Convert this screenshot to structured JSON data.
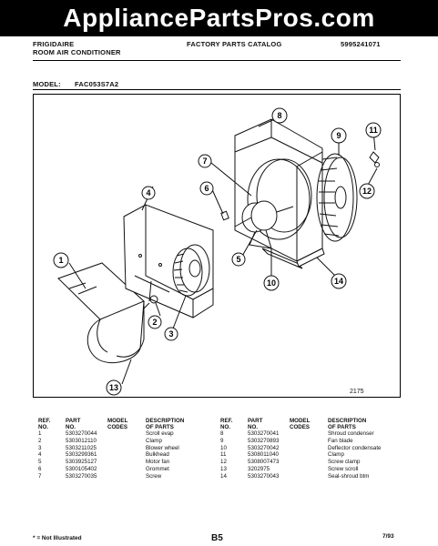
{
  "watermark": "AppliancePartsPros.com",
  "header": {
    "brand": "FRIGIDAIRE",
    "product": "ROOM AIR CONDITIONER",
    "catalog": "FACTORY PARTS CATALOG",
    "doc_number": "5995241071",
    "model_label": "MODEL:",
    "model_value": "FAC053S7A2"
  },
  "diagram": {
    "figure_number": "2175",
    "callouts": [
      "1",
      "2",
      "3",
      "4",
      "5",
      "6",
      "7",
      "8",
      "9",
      "10",
      "11",
      "12",
      "13",
      "14"
    ]
  },
  "table": {
    "headers": {
      "ref": [
        "REF.",
        "NO."
      ],
      "part": [
        "PART",
        "NO."
      ],
      "model": [
        "MODEL",
        "CODES"
      ],
      "desc": [
        "DESCRIPTION",
        "OF PARTS"
      ]
    },
    "left_rows": [
      {
        "ref": "1",
        "part": "5303270044",
        "codes": "",
        "desc": "Scroll evap"
      },
      {
        "ref": "2",
        "part": "5303012110",
        "codes": "",
        "desc": "Clamp"
      },
      {
        "ref": "3",
        "part": "5303211025",
        "codes": "",
        "desc": "Blower wheel"
      },
      {
        "ref": "4",
        "part": "5303299361",
        "codes": "",
        "desc": "Bulkhead"
      },
      {
        "ref": "5",
        "part": "5303925127",
        "codes": "",
        "desc": "Motor fan"
      },
      {
        "ref": "6",
        "part": "5300105402",
        "codes": "",
        "desc": "Grommet"
      },
      {
        "ref": "7",
        "part": "5303270035",
        "codes": "",
        "desc": "Screw"
      }
    ],
    "right_rows": [
      {
        "ref": "8",
        "part": "5303270041",
        "codes": "",
        "desc": "Shroud condenser"
      },
      {
        "ref": "9",
        "part": "5303270893",
        "codes": "",
        "desc": "Fan blade"
      },
      {
        "ref": "10",
        "part": "5303270042",
        "codes": "",
        "desc": "Deflector condensate"
      },
      {
        "ref": "11",
        "part": "5308011040",
        "codes": "",
        "desc": "Clamp"
      },
      {
        "ref": "12",
        "part": "5308007473",
        "codes": "",
        "desc": "Screw clamp"
      },
      {
        "ref": "13",
        "part": "3202975",
        "codes": "",
        "desc": "Screw scroll"
      },
      {
        "ref": "14",
        "part": "5303270043",
        "codes": "",
        "desc": "Seal-shroud btm"
      }
    ]
  },
  "footer": {
    "note": "* = Not Illustrated",
    "page": "B5",
    "date": "7/93"
  }
}
